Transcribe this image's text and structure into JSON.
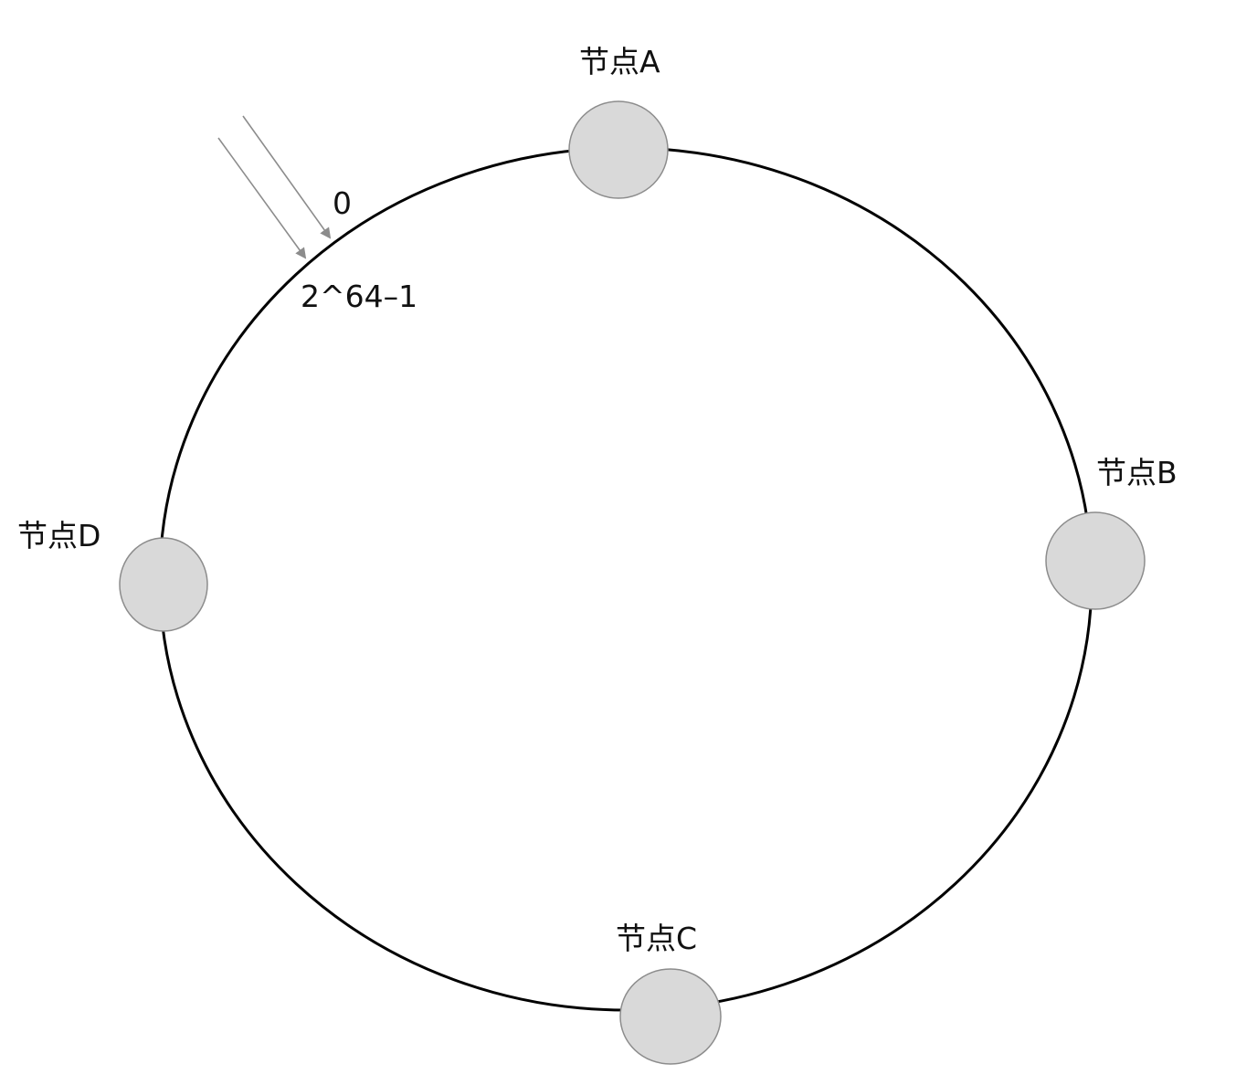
{
  "ring": {
    "start_label": "0",
    "end_label": "2^64–1",
    "stroke_color": "#000000"
  },
  "nodes": [
    {
      "id": "node-a",
      "label": "节点A"
    },
    {
      "id": "node-b",
      "label": "节点B"
    },
    {
      "id": "node-c",
      "label": "节点C"
    },
    {
      "id": "node-d",
      "label": "节点D"
    }
  ],
  "colors": {
    "node_fill": "#d9d9d9",
    "node_stroke": "#8c8c8c",
    "arrow": "#8c8c8c"
  }
}
